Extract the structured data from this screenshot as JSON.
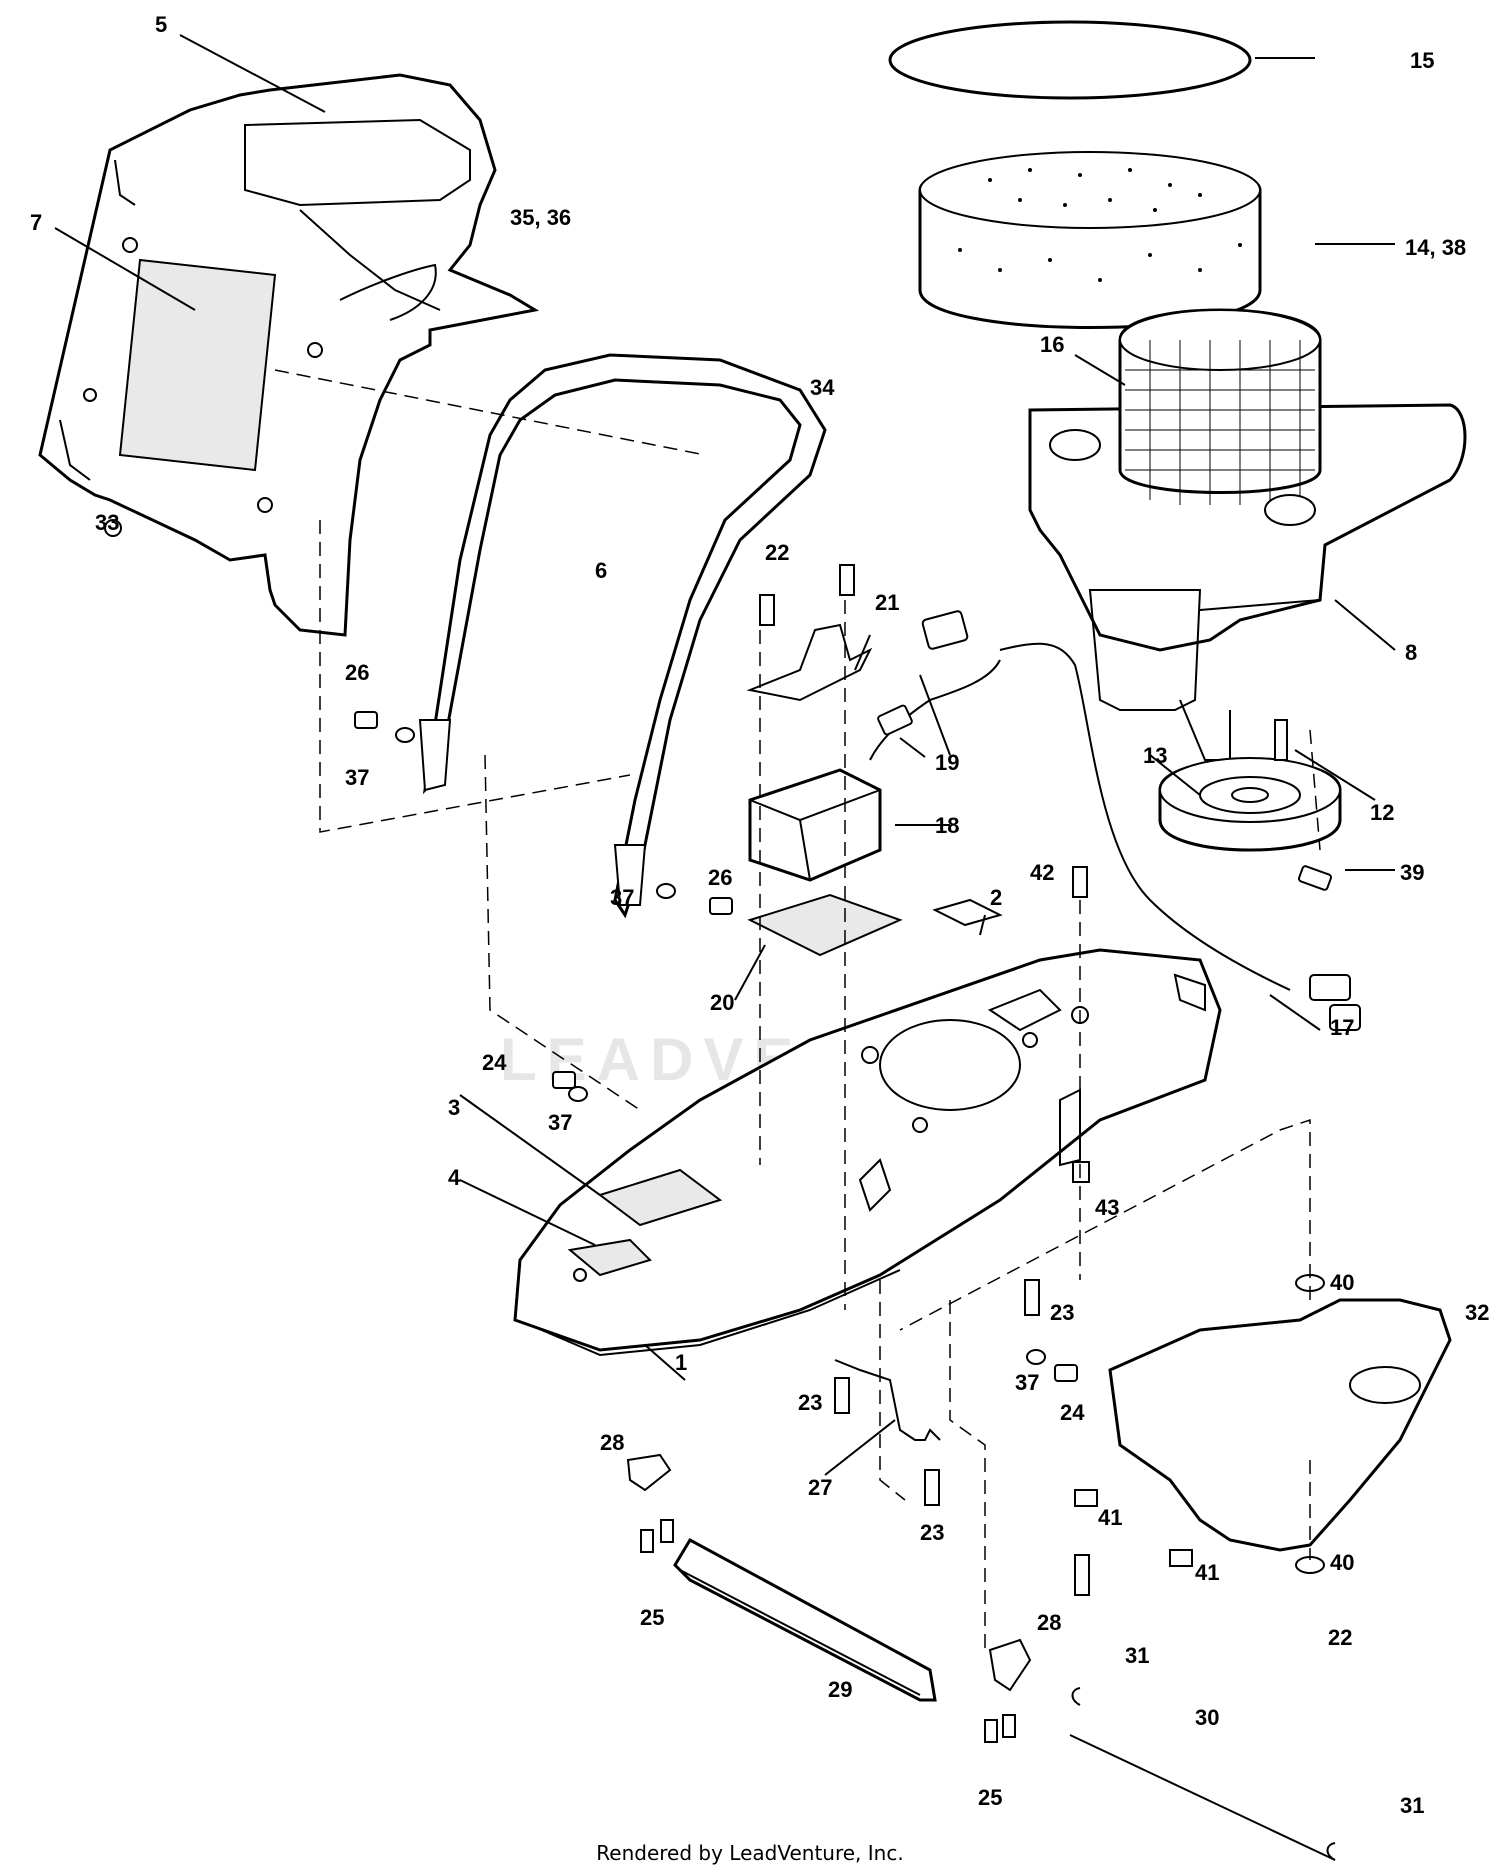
{
  "diagram": {
    "callouts": {
      "c1": "1",
      "c2": "2",
      "c3": "3",
      "c4": "4",
      "c5": "5",
      "c6": "6",
      "c7": "7",
      "c8": "8",
      "c12": "12",
      "c13": "13",
      "c14_38": "14, 38",
      "c15": "15",
      "c16": "16",
      "c17": "17",
      "c18": "18",
      "c19": "19",
      "c20": "20",
      "c21": "21",
      "c22a": "22",
      "c22b": "22",
      "c23a": "23",
      "c23b": "23",
      "c23c": "23",
      "c24a": "24",
      "c24b": "24",
      "c25a": "25",
      "c25b": "25",
      "c26a": "26",
      "c26b": "26",
      "c27": "27",
      "c28a": "28",
      "c28b": "28",
      "c29": "29",
      "c30": "30",
      "c31a": "31",
      "c31b": "31",
      "c32": "32",
      "c33": "33",
      "c34": "34",
      "c35_36": "35, 36",
      "c37a": "37",
      "c37b": "37",
      "c37c": "37",
      "c37d": "37",
      "c39": "39",
      "c40a": "40",
      "c40b": "40",
      "c41a": "41",
      "c41b": "41",
      "c42": "42",
      "c43": "43"
    },
    "watermark": "LEADVENTURE",
    "footer": "Rendered by LeadVenture, Inc."
  }
}
